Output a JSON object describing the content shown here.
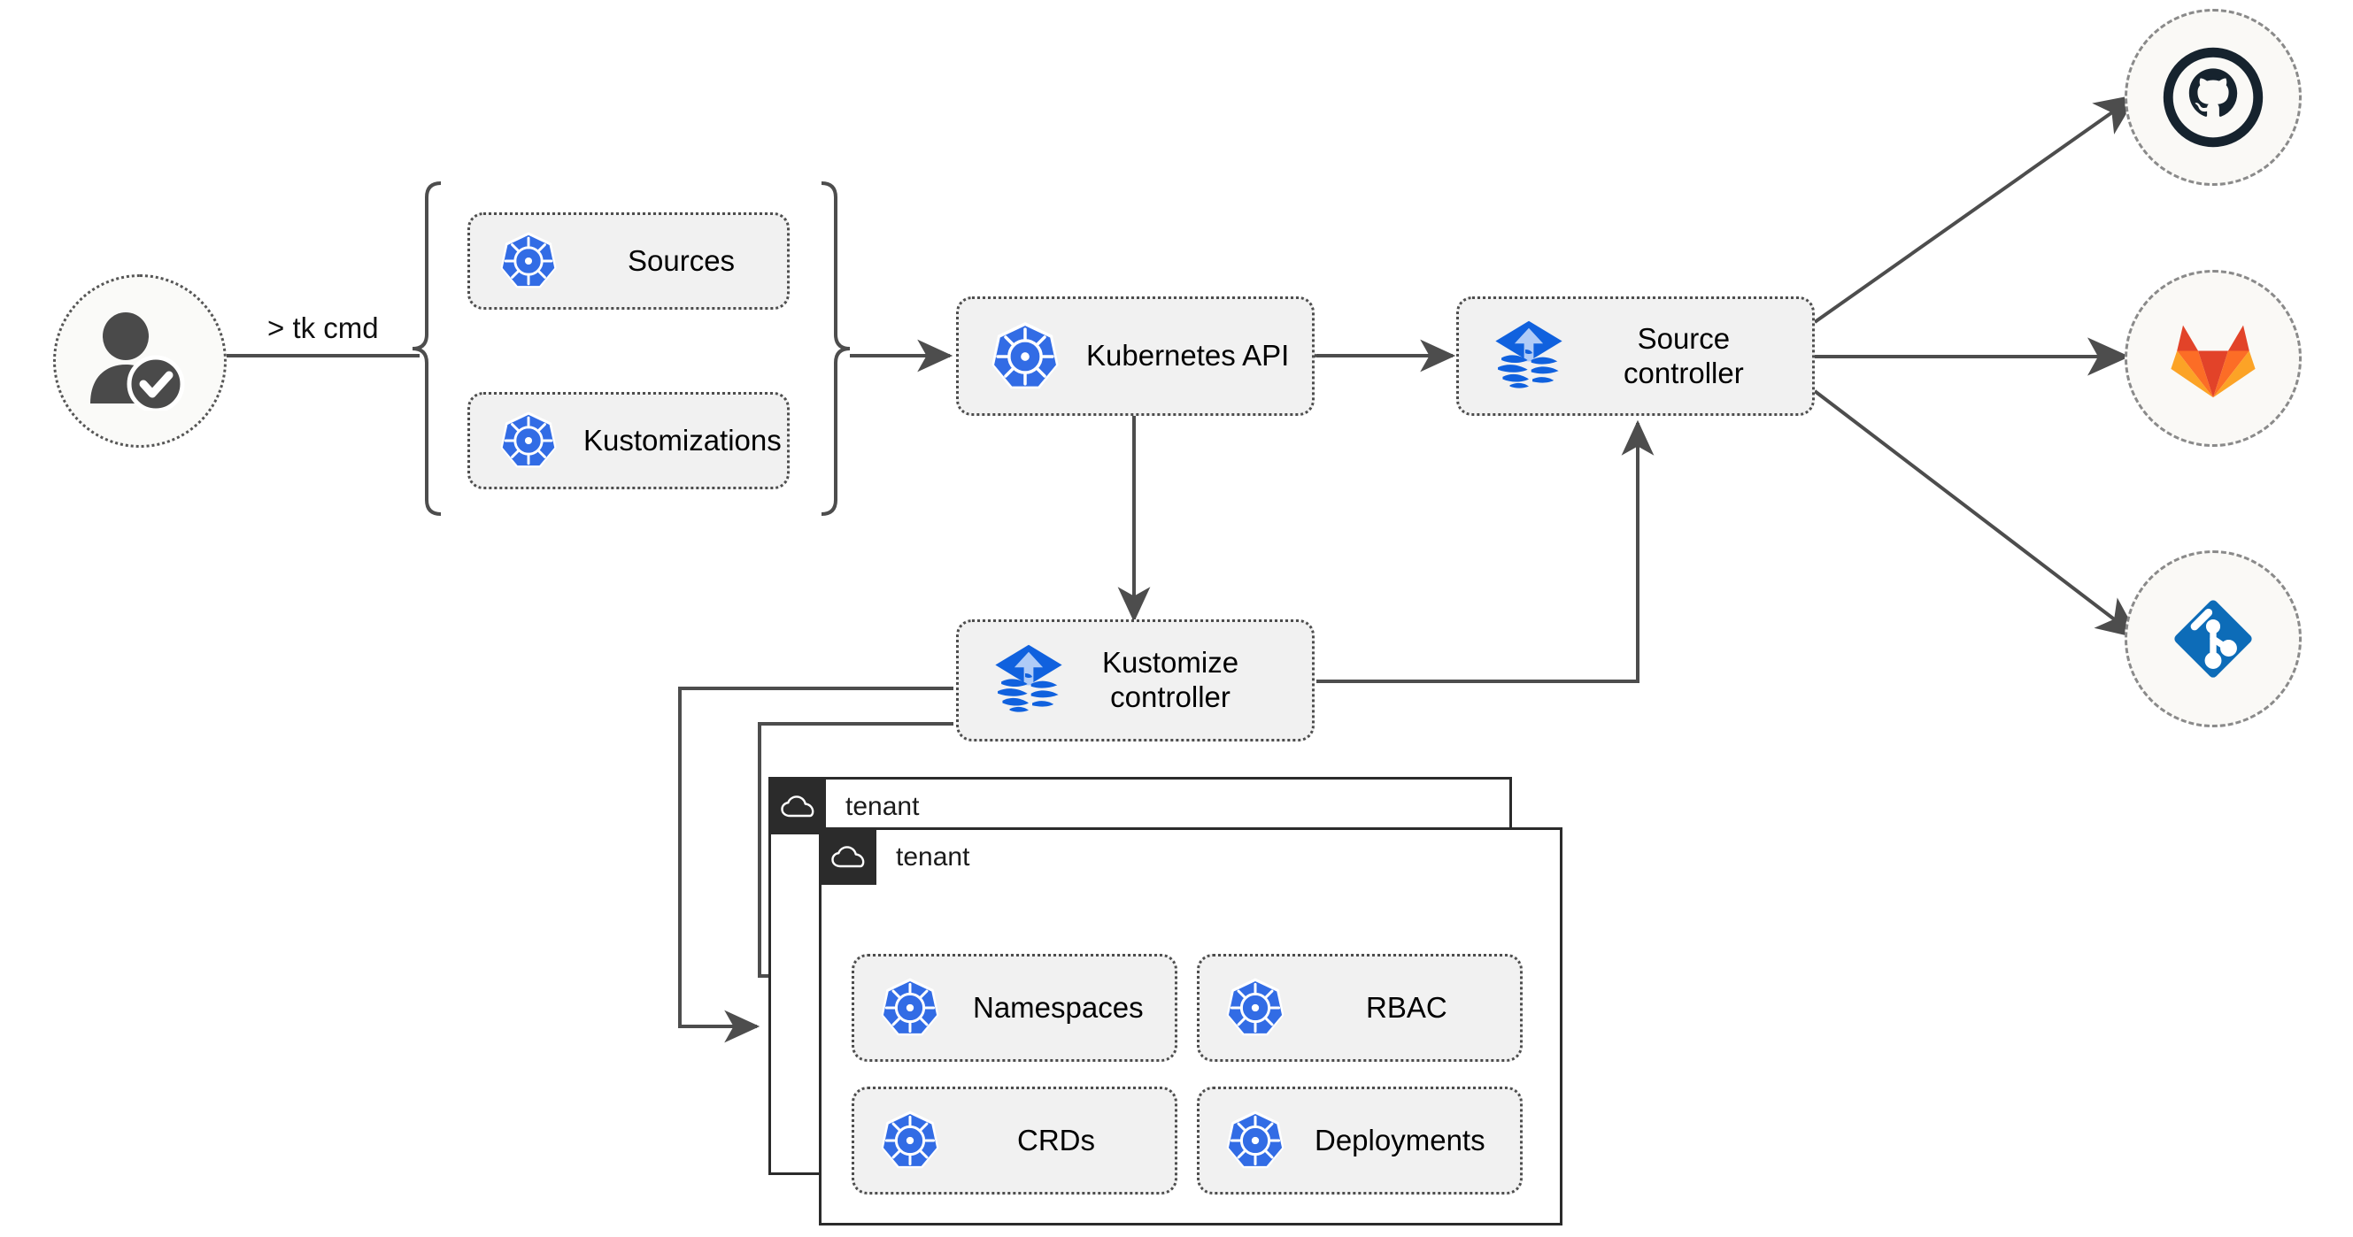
{
  "diagram": {
    "title": "Flux multi-tenancy GitOps architecture",
    "colors": {
      "kubernetes_blue": "#326CE5",
      "flux_blue": "#1061DE",
      "flux_arrow": "#AFCBF7",
      "github_dark": "#16232E",
      "gitlab_red": "#E24329",
      "gitlab_orange": "#FC6D26",
      "gitlab_light_orange": "#FCA326",
      "git_blue": "#0D6CB8",
      "card_fill": "#F1F1F1",
      "card_stroke": "#4D4D4D",
      "edge": "#4D4D4D",
      "tenant_header": "#2B2B2B"
    }
  },
  "actor": {
    "name": "operator",
    "icon": "user-verified-icon",
    "command_label": "> tk cmd"
  },
  "resource_group": {
    "icon": "kubernetes-icon",
    "items": [
      {
        "label": "Sources",
        "icon": "kubernetes-icon"
      },
      {
        "label": "Kustomizations",
        "icon": "kubernetes-icon"
      }
    ]
  },
  "nodes": {
    "kubernetes_api": {
      "label": "Kubernetes API",
      "icon": "kubernetes-icon"
    },
    "source_controller": {
      "label": "Source\ncontroller",
      "icon": "flux-icon"
    },
    "kustomize_controller": {
      "label": "Kustomize\ncontroller",
      "icon": "flux-icon"
    }
  },
  "providers": [
    {
      "name": "github",
      "icon": "github-icon"
    },
    {
      "name": "gitlab",
      "icon": "gitlab-icon"
    },
    {
      "name": "git",
      "icon": "git-icon"
    }
  ],
  "tenants": [
    {
      "label": "tenant",
      "icon": "cloud-icon",
      "resources": []
    },
    {
      "label": "tenant",
      "icon": "cloud-icon",
      "resources": [
        {
          "label": "Namespaces",
          "icon": "kubernetes-icon"
        },
        {
          "label": "RBAC",
          "icon": "kubernetes-icon"
        },
        {
          "label": "CRDs",
          "icon": "kubernetes-icon"
        },
        {
          "label": "Deployments",
          "icon": "kubernetes-icon"
        }
      ]
    }
  ],
  "edges": [
    {
      "from": "operator",
      "to": "resource-group",
      "label": "> tk cmd",
      "direction": "forward"
    },
    {
      "from": "resource-group",
      "to": "kubernetes-api",
      "direction": "forward"
    },
    {
      "from": "kubernetes-api",
      "to": "source-controller",
      "direction": "both"
    },
    {
      "from": "kubernetes-api",
      "to": "kustomize-controller",
      "direction": "both"
    },
    {
      "from": "kustomize-controller",
      "to": "source-controller",
      "direction": "forward"
    },
    {
      "from": "source-controller",
      "to": "github",
      "direction": "forward"
    },
    {
      "from": "source-controller",
      "to": "gitlab",
      "direction": "forward"
    },
    {
      "from": "source-controller",
      "to": "git",
      "direction": "forward"
    },
    {
      "from": "kustomize-controller",
      "to": "tenant-1",
      "direction": "forward"
    },
    {
      "from": "kustomize-controller",
      "to": "tenant-2",
      "direction": "forward"
    }
  ]
}
